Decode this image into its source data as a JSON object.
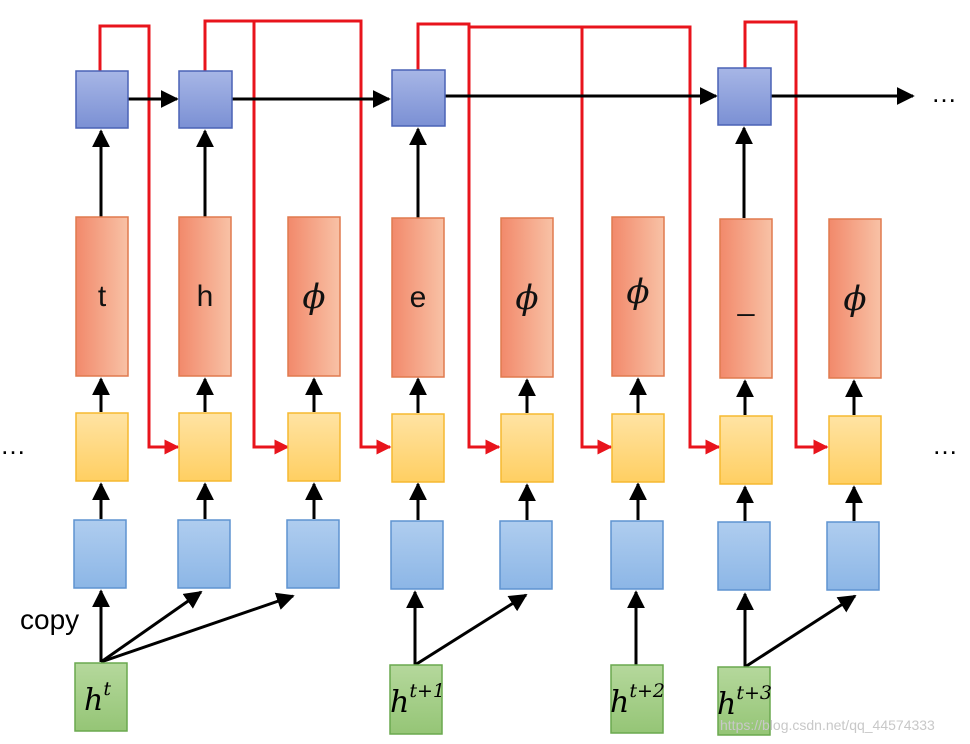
{
  "tokens": [
    "t",
    "h",
    "ϕ",
    "e",
    "ϕ",
    "ϕ",
    "_",
    "ϕ"
  ],
  "hidden_states": [
    {
      "base": "h",
      "sup": "t"
    },
    {
      "base": "h",
      "sup": "t+1"
    },
    {
      "base": "h",
      "sup": "t+2"
    },
    {
      "base": "h",
      "sup": "t+3"
    }
  ],
  "copy_label": "copy",
  "ellipsis": "…",
  "watermark": "https://blog.csdn.net/qq_44574333",
  "colors": {
    "output_box": "#8fa2dd",
    "token_box": "#f4a582",
    "attention_box": "#ffd87a",
    "input_box": "#9ec2ea",
    "hidden_box": "#a9d18e",
    "red_line": "#e8141c"
  }
}
